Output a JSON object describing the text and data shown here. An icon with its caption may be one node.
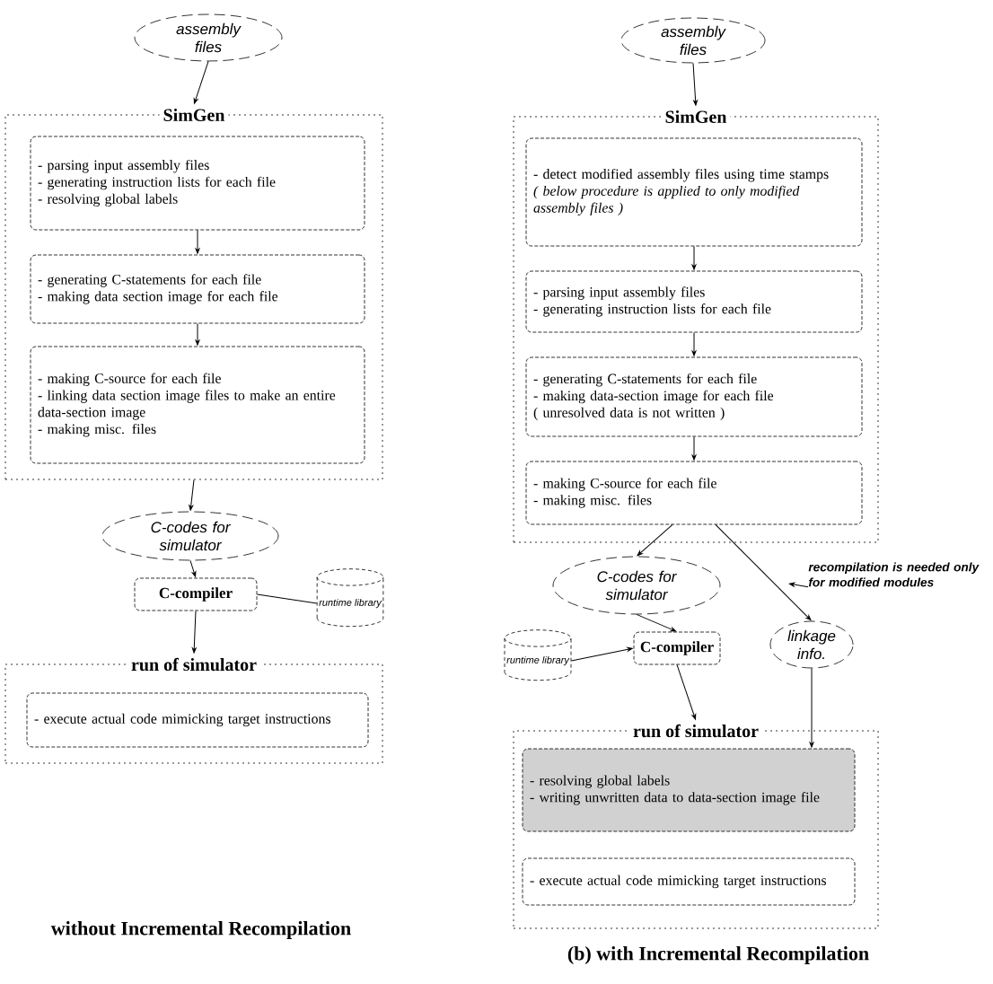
{
  "diagram": {
    "nodes": [
      {
        "text": [
          "assembly files"
        ]
      },
      {
        "text": [
          "SimGen"
        ]
      },
      {
        "text": [
          "- parsing input assembly files",
          "- generating instruction lists for each file",
          "- resolving global labels"
        ],
        "in": 1
      },
      {
        "text": [
          "- generating C-statements for each file",
          "- making data section image for each file"
        ],
        "in": 1
      },
      {
        "text": [
          "- making C-source for each file",
          "- linking data section image files to make an entire data-section image",
          "- making misc. files"
        ],
        "in": 1
      },
      {
        "text": [
          "C-codes for simulator"
        ]
      },
      {
        "text": [
          "C-compiler"
        ]
      },
      {
        "text": [
          "runtime library"
        ]
      },
      {
        "text": [
          "run of simulator"
        ]
      },
      {
        "text": [
          "- execute actual code mimicking target instructions"
        ],
        "in": 8
      },
      {
        "text": [
          "assembly files"
        ]
      },
      {
        "text": [
          "SimGen"
        ]
      },
      {
        "text": [
          "- detect modified assembly files using time stamps",
          "*( below procedure is applied to only modified assembly files )*"
        ],
        "in": 11
      },
      {
        "text": [
          "- parsing input assembly files",
          "- generating instruction lists for each file"
        ],
        "in": 11
      },
      {
        "text": [
          "- generating C-statements for each file",
          "- making data-section image for each file",
          "( unresolved data is not written )"
        ],
        "in": 11
      },
      {
        "text": [
          "- making C-source for each file",
          "- making misc. files"
        ],
        "in": 11
      },
      {
        "text": [
          "C-codes for simulator"
        ]
      },
      {
        "text": [
          "runtime library"
        ]
      },
      {
        "text": [
          "C-compiler"
        ]
      },
      {
        "text": [
          "linkage info."
        ]
      },
      {
        "text": [
          "run of simulator"
        ]
      },
      {
        "text": [
          "- resolving global labels",
          "- writing unwritten data to data-section image file"
        ],
        "in": 20
      },
      {
        "text": [
          "- execute actual code mimicking target instructions"
        ],
        "in": 20
      },
      {
        "text": [
          "recompilation is needed only for modified modules"
        ]
      }
    ],
    "edges": [
      {
        "from": 0,
        "to": 1,
        "arrow": "to"
      },
      {
        "from": 2,
        "to": 3,
        "arrow": "to"
      },
      {
        "from": 3,
        "to": 4,
        "arrow": "to"
      },
      {
        "from": 1,
        "to": 5,
        "arrow": "to"
      },
      {
        "from": 5,
        "to": 6,
        "arrow": "to"
      },
      {
        "from": 7,
        "to": 6,
        "arrow": "none"
      },
      {
        "from": 6,
        "to": 8,
        "arrow": "to"
      },
      {
        "from": 10,
        "to": 11,
        "arrow": "to"
      },
      {
        "from": 12,
        "to": 13,
        "arrow": "to"
      },
      {
        "from": 13,
        "to": 14,
        "arrow": "to"
      },
      {
        "from": 14,
        "to": 15,
        "arrow": "to"
      },
      {
        "from": 15,
        "to": 16,
        "arrow": "to"
      },
      {
        "from": 15,
        "to": 19,
        "arrow": "to"
      },
      {
        "from": 16,
        "to": 18,
        "arrow": "to"
      },
      {
        "from": 17,
        "to": 18,
        "arrow": "to"
      },
      {
        "from": 18,
        "to": 20,
        "arrow": "to"
      },
      {
        "from": 19,
        "to": 21,
        "arrow": "to"
      },
      {
        "from": 23,
        "to": null,
        "arrow": "to"
      }
    ],
    "labels": [
      "without Incremental Recompilation",
      "(b) with Incremental Recompilation"
    ]
  }
}
